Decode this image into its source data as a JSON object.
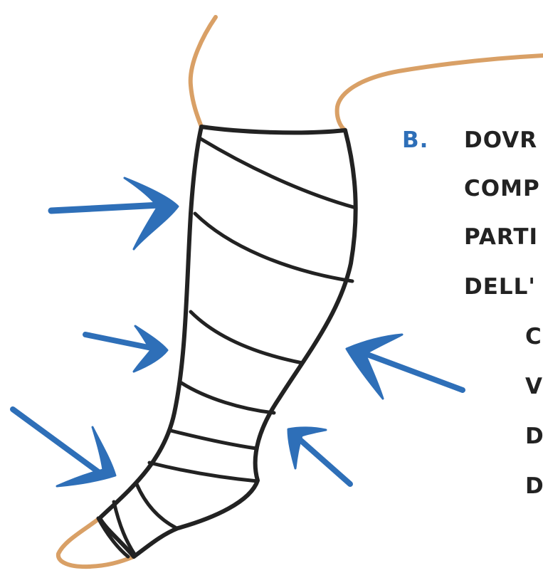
{
  "colors": {
    "skin_outline": "#D9A066",
    "bandage_line": "#222222",
    "arrow": "#2E6FB8",
    "text": "#222222",
    "marker": "#2E6FB8"
  },
  "caption": {
    "marker": "B.",
    "lines": [
      "DOVR",
      "COMP",
      "PARTI",
      "DELL'",
      "C",
      "V",
      "D",
      "D"
    ]
  }
}
